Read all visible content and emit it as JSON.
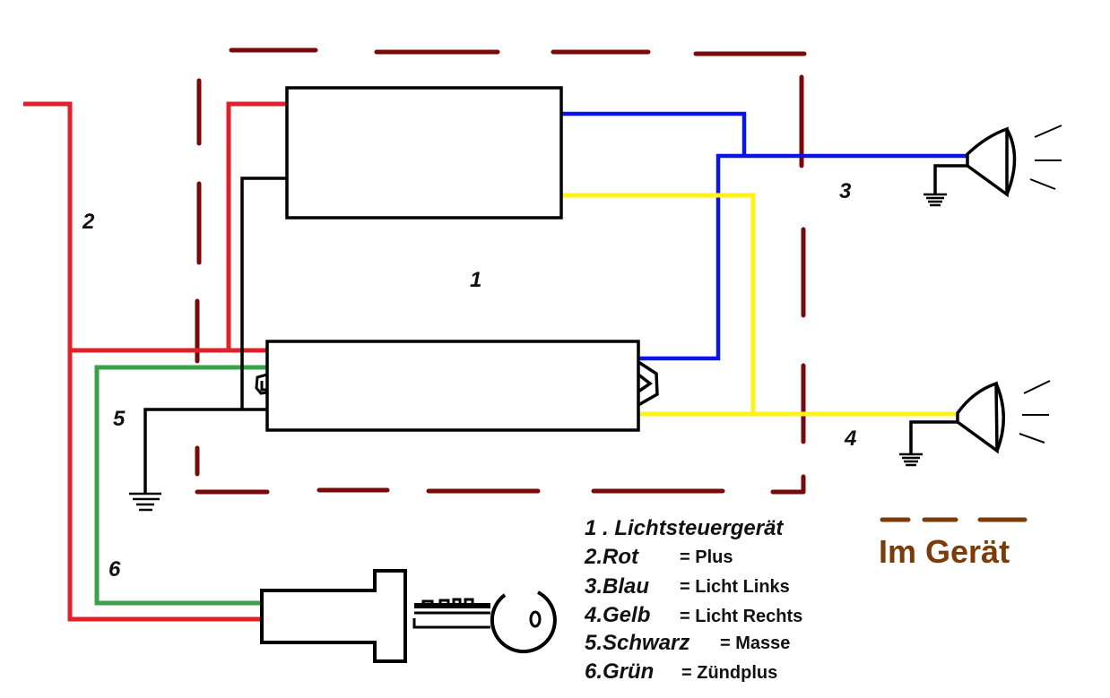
{
  "diagram": {
    "colors": {
      "red": "#e0202a",
      "blue": "#0a14e6",
      "yellow": "#fff21a",
      "black": "#000000",
      "green": "#3aa24a",
      "boundary": "#7a0a0a",
      "legend_brown": "#7a3d0a"
    },
    "wire_labels": {
      "unit": "1",
      "red": "2",
      "blue": "3",
      "yellow": "4",
      "black": "5",
      "green": "6"
    },
    "legend": [
      {
        "key": "1 . Lichtsteuergerät",
        "value": ""
      },
      {
        "key": "2.Rot",
        "value": "= Plus"
      },
      {
        "key": "3.Blau",
        "value": "= Licht Links"
      },
      {
        "key": "4.Gelb",
        "value": "= Licht Rechts"
      },
      {
        "key": "5.Schwarz",
        "value": "= Masse"
      },
      {
        "key": "6.Grün",
        "value": "= Zündplus"
      }
    ],
    "boundary_legend": {
      "label": "Im Gerät"
    },
    "components": [
      {
        "name": "control-module-upper",
        "icon": "rectangle-box"
      },
      {
        "name": "control-module-lower",
        "icon": "rectangle-box-with-connectors"
      },
      {
        "name": "headlight-left",
        "icon": "lamp-icon"
      },
      {
        "name": "headlight-right",
        "icon": "lamp-icon"
      },
      {
        "name": "ignition-switch",
        "icon": "ignition-key-icon"
      },
      {
        "name": "ground-symbols",
        "icon": "ground-icon"
      }
    ]
  }
}
